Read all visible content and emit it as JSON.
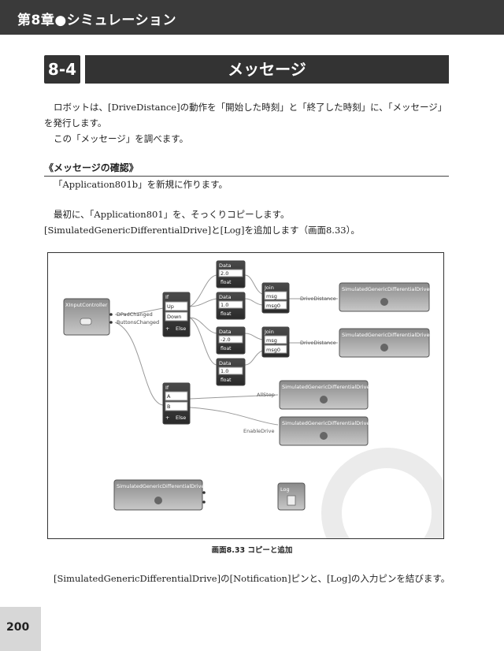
{
  "header": {
    "chapter": "第8章●シミュレーション"
  },
  "section": {
    "number": "8-4",
    "title": "メッセージ"
  },
  "body": {
    "intro_line1": "ロボットは、[DriveDistance]の動作を「開始した時刻」と「終了した時刻」に、「メッセージ」",
    "intro_line2": "を発行します。",
    "intro_line3": "この「メッセージ」を調べます。",
    "subheading": "《メッセージの確認》",
    "step1": "「Application801b」を新規に作ります。",
    "step2": "最初に、「Application801」を、そっくりコピーします。",
    "step3": "[SimulatedGenericDifferentialDrive]と[Log]を追加します（画面8.33）。",
    "closing": "[SimulatedGenericDifferentialDrive]の[Notification]ピンと、[Log]の入力ピンを結びます。"
  },
  "figure": {
    "caption": "画面8.33 コピーと追加",
    "xinput_title": "XInputController",
    "dpad_label": "DPadChanged",
    "buttons_label": "ButtonsChanged",
    "if_title": "If",
    "if1_up": "Up",
    "if1_down": "Down",
    "else_label": "Else",
    "plus_label": "+",
    "if2_a": "A",
    "if2_b": "B",
    "data_title": "Data",
    "data1_value": "2.0",
    "data2_value": "1.0",
    "data3_value": "-2.0",
    "data4_value": "1.0",
    "float_label": "float",
    "join_title": "Join",
    "join_msg": "msg",
    "join_msg0": "msg0",
    "drive_distance_label": "DriveDistance",
    "allstop_label": "AllStop",
    "enable_drive_label": "EnableDrive",
    "sim_drive_title": "SimulatedGenericDifferentialDrive",
    "log_title": "Log"
  },
  "page": {
    "number": "200"
  }
}
